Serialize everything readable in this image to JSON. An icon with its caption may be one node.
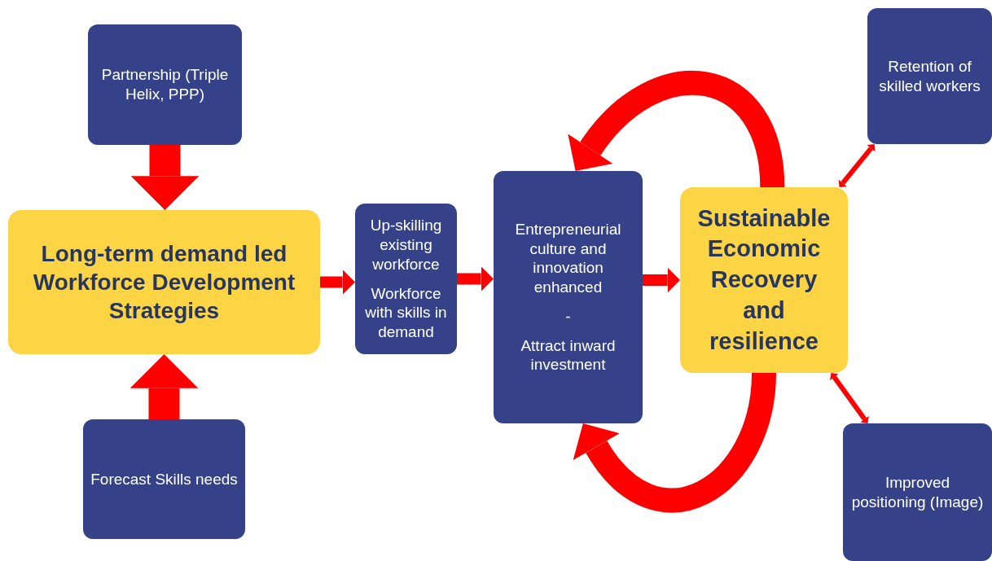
{
  "diagram": {
    "nodes": [
      {
        "text": [
          "Partnership (Triple Helix, PPP)"
        ]
      },
      {
        "text": [
          "Long-term demand led Workforce Development Strategies"
        ]
      },
      {
        "text": [
          "Forecast Skills needs"
        ]
      },
      {
        "text": [
          "Up-skilling existing workforce",
          "Workforce with skills in demand"
        ]
      },
      {
        "text": [
          "Entrepreneurial culture and innovation enhanced",
          "-",
          "Attract inward investment"
        ]
      },
      {
        "text": [
          "Sustainable Economic Recovery and resilience"
        ]
      },
      {
        "text": [
          "Retention of skilled workers"
        ]
      },
      {
        "text": [
          "Improved positioning (Image)"
        ]
      }
    ],
    "edges": [
      {
        "from": 0,
        "to": 1,
        "arrow": "to",
        "style": "thick"
      },
      {
        "from": 2,
        "to": 1,
        "arrow": "to",
        "style": "thick"
      },
      {
        "from": 1,
        "to": 3,
        "arrow": "to"
      },
      {
        "from": 3,
        "to": 4,
        "arrow": "to"
      },
      {
        "from": 4,
        "to": 5,
        "arrow": "to"
      },
      {
        "from": 5,
        "to": 6,
        "arrow": "both"
      },
      {
        "from": 5,
        "to": 7,
        "arrow": "both"
      },
      {
        "from": 5,
        "to": 4,
        "arrow": "to",
        "style": "thick"
      },
      {
        "from": 5,
        "to": 4,
        "arrow": "to",
        "style": "thick"
      }
    ]
  }
}
